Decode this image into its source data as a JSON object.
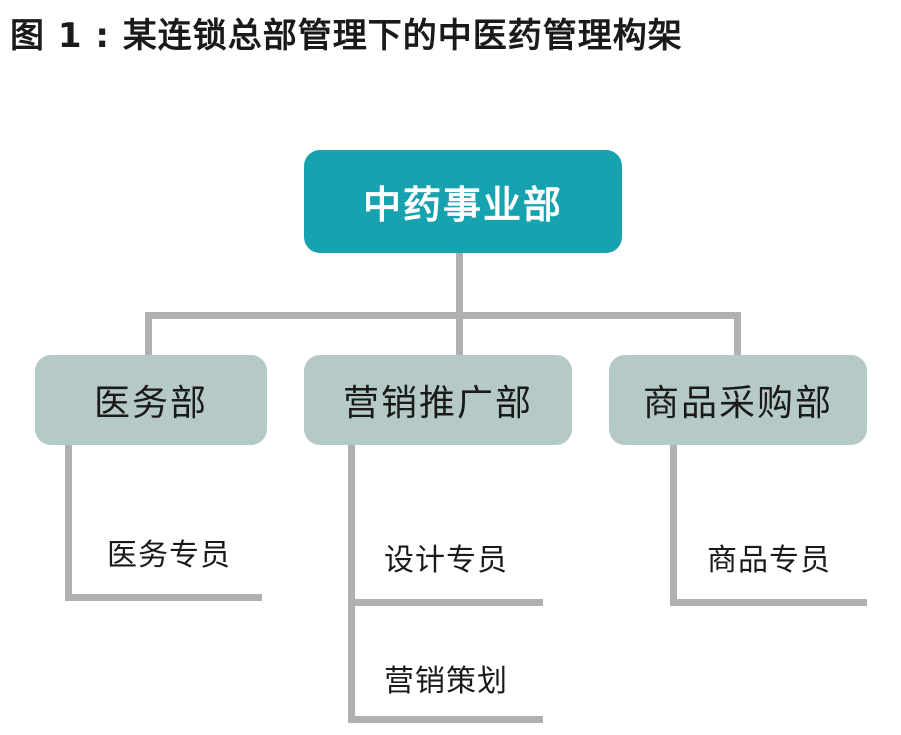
{
  "title": "图 1 : 某连锁总部管理下的中医药管理构架",
  "root": {
    "label": "中药事业部"
  },
  "departments": [
    {
      "label": "医务部",
      "roles": [
        "医务专员"
      ]
    },
    {
      "label": "营销推广部",
      "roles": [
        "设计专员",
        "营销策划"
      ]
    },
    {
      "label": "商品采购部",
      "roles": [
        "商品专员"
      ]
    }
  ],
  "colors": {
    "root_fill": "#17a2b0",
    "dept_fill": "#b5c9c6",
    "connector": "#b0b0b0",
    "text": "#1a1a1a"
  }
}
